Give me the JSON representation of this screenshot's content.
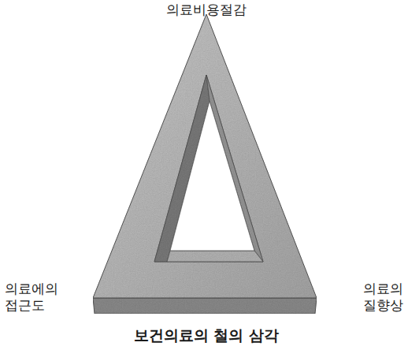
{
  "diagram": {
    "caption": "보건의료의 철의 삼각",
    "labels": [
      "의료비용절감",
      "의료에의 접근도",
      "의료의 질향상"
    ]
  }
}
